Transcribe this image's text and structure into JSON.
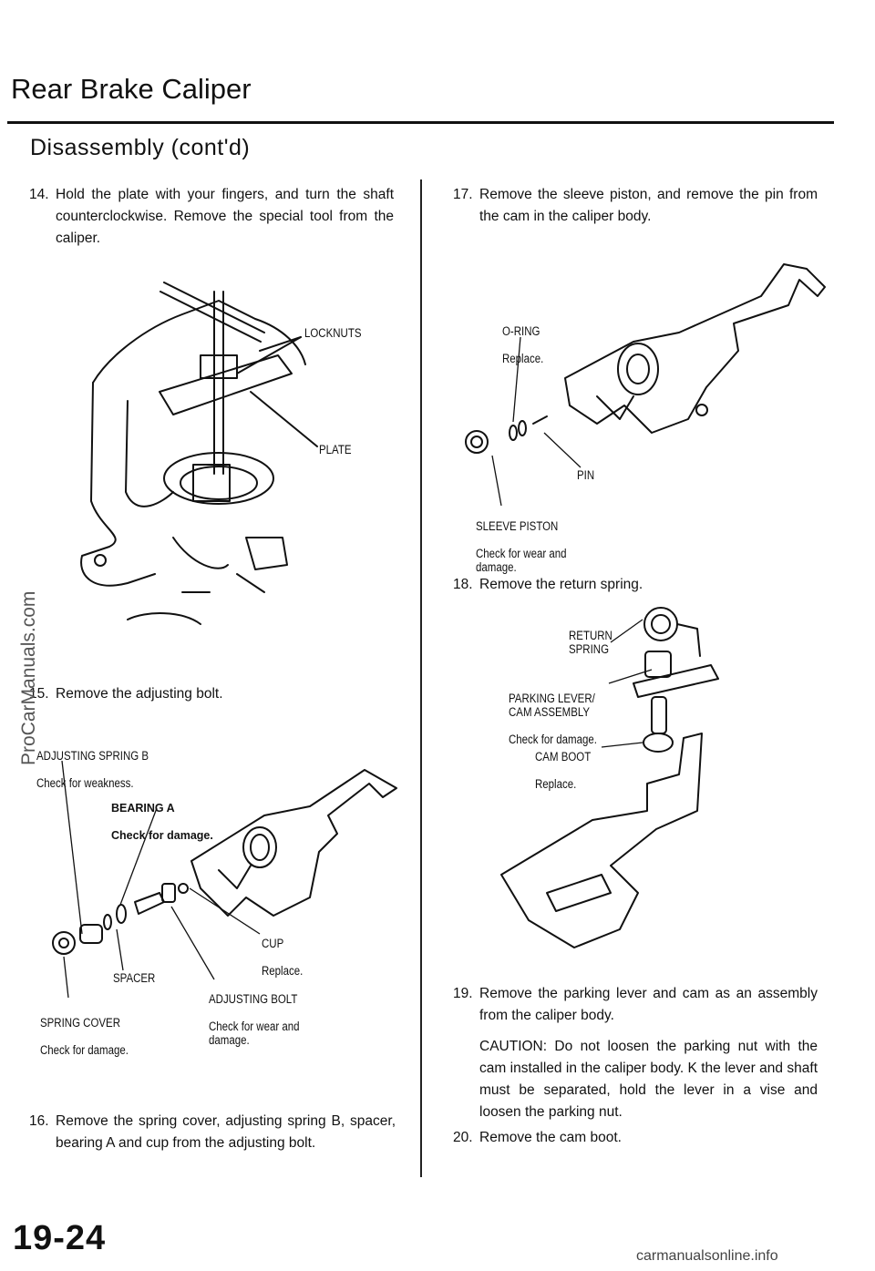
{
  "header": {
    "title": "Rear Brake Caliper",
    "subtitle": "Disassembly (cont'd)"
  },
  "steps": [
    {
      "num": "14.",
      "text": "Hold the plate with your fingers, and turn the shaft counterclockwise. Remove the special tool from the caliper."
    },
    {
      "num": "15.",
      "text": "Remove the adjusting bolt."
    },
    {
      "num": "16.",
      "text": "Remove the spring cover, adjusting spring B, spacer, bearing A and cup from the adjusting bolt."
    },
    {
      "num": "17.",
      "text": "Remove the sleeve piston, and remove the pin from the cam in the caliper body."
    },
    {
      "num": "18.",
      "text": "Remove the return spring."
    },
    {
      "num": "19.",
      "text": "Remove the parking lever and cam as an assembly from the caliper body."
    },
    {
      "num": "20.",
      "text": "Remove the cam boot."
    }
  ],
  "caution": "CAUTION: Do not loosen the parking nut with the cam installed in the caliper body. K the lever and shaft must be separated, hold the lever in a vise and loosen the parking nut.",
  "labels": {
    "locknuts": "LOCKNUTS",
    "plate": "PLATE",
    "adjusting_spring_b": "ADJUSTING SPRING B",
    "adjusting_spring_b_note": "Check for weakness.",
    "bearing_a": "BEARING A",
    "bearing_a_note": "Check for damage.",
    "cup": "CUP",
    "cup_note": "Replace.",
    "spacer": "SPACER",
    "spring_cover": "SPRING COVER",
    "spring_cover_note": "Check for damage.",
    "adjusting_bolt": "ADJUSTING BOLT",
    "adjusting_bolt_note": "Check for wear and\ndamage.",
    "o_ring": "O-RING",
    "o_ring_note": "Replace.",
    "pin": "PIN",
    "sleeve_piston": "SLEEVE PISTON",
    "sleeve_piston_note": "Check for wear and\ndamage.",
    "return_spring": "RETURN\nSPRING",
    "parking_lever": "PARKING LEVER/\nCAM ASSEMBLY",
    "parking_lever_note": "Check for damage.",
    "cam_boot": "CAM BOOT",
    "cam_boot_note": "Replace."
  },
  "page_number": "19-24",
  "watermark": "ProCarManuals.com",
  "footer": "carmanualsonline.info"
}
